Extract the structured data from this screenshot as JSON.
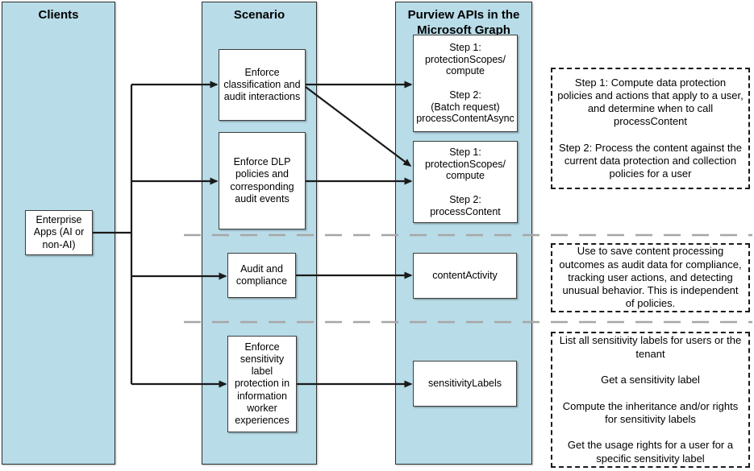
{
  "colors": {
    "column_fill": "#b8dce8",
    "column_border": "#2f2f2f",
    "box_border": "#3c3c3c",
    "connector": "#1a1a1a",
    "divider_dash": "#a6a6a6",
    "background": "#ffffff"
  },
  "columns": [
    {
      "id": "clients",
      "title": "Clients"
    },
    {
      "id": "scenario",
      "title": "Scenario"
    },
    {
      "id": "apis",
      "title": "Purview APIs in the\nMicrosoft Graph"
    }
  ],
  "client_box": {
    "label": "Enterprise Apps (AI or non-AI)"
  },
  "scenario_boxes": [
    {
      "label": "Enforce classification and audit interactions"
    },
    {
      "label": "Enforce DLP policies and corresponding audit events"
    },
    {
      "label": "Audit and compliance"
    },
    {
      "label": "Enforce sensitivity label protection in information worker experiences"
    }
  ],
  "api_boxes": [
    {
      "label": "Step 1:\nprotectionScopes/\ncompute\n\nStep 2:\n(Batch request)\nprocessContentAsync"
    },
    {
      "label": "Step 1:\nprotectionScopes/\ncompute\n\nStep 2:\nprocessContent"
    },
    {
      "label": "contentActivity"
    },
    {
      "label": "sensitivityLabels"
    }
  ],
  "notes": [
    {
      "text": "Step 1: Compute data protection policies and actions that apply to a user, and determine when to call processContent\n\nStep 2: Process the content against the current data protection and collection policies for a user"
    },
    {
      "text": "Use to save content processing outcomes as audit data for compliance, tracking user actions, and detecting unusual behavior. This is independent of policies."
    },
    {
      "text": "List all sensitivity labels for users or the tenant\n\nGet a sensitivity label\n\nCompute the inheritance and/or rights for sensitivity labels\n\nGet the usage rights for a user for a specific sensitivity label"
    }
  ]
}
